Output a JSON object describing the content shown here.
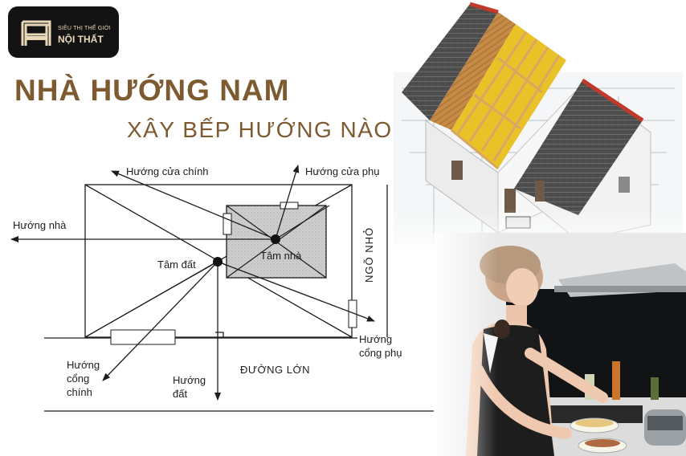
{
  "logo": {
    "line1": "SIÊU THỊ THẾ GIỚI",
    "line2": "NỘI THẤT",
    "icon": "chair-icon",
    "background": "#131313",
    "text_color": "#e9d9b8"
  },
  "heading": {
    "title": "NHÀ HƯỚNG NAM",
    "subtitle": "XÂY BẾP HƯỚNG NÀO?",
    "color": "#7e5a31"
  },
  "diagram": {
    "labels": {
      "main_door": "Hướng cửa chính",
      "side_door": "Hướng cửa phụ",
      "house_direction": "Hướng nhà",
      "land_center": "Tâm đất",
      "house_center": "Tâm nhà",
      "alley": "NGÕ NHỎ",
      "side_gate": [
        "Hướng",
        "cổng phụ"
      ],
      "main_gate": [
        "Hướng",
        "cổng",
        "chính"
      ],
      "land_direction": [
        "Hướng",
        "đất"
      ],
      "main_road": "ĐƯỜNG LỚN"
    }
  },
  "images": {
    "house_model": "house-roof-model-image",
    "kitchen_cook": "woman-cooking-kitchen-image"
  }
}
